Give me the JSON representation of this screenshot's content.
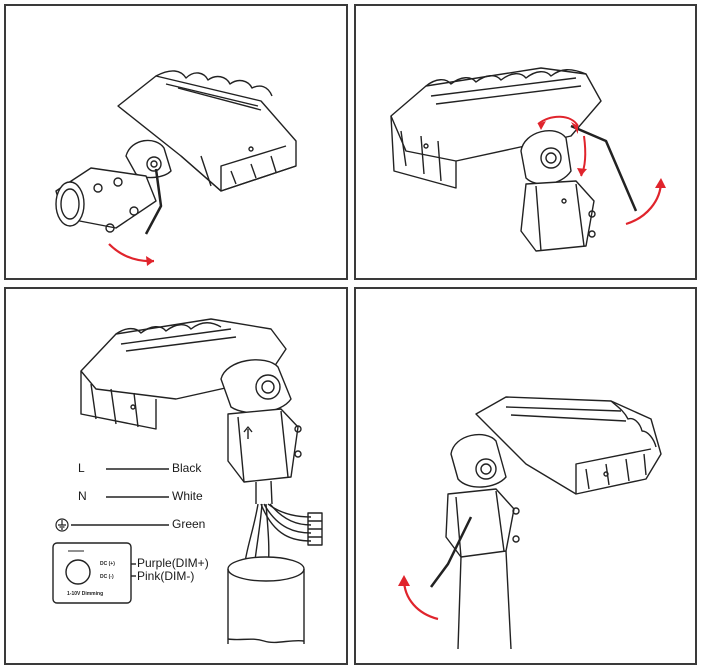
{
  "wiring": {
    "l_label": "L",
    "n_label": "N",
    "black": "Black",
    "white": "White",
    "green": "Green",
    "purple": "Purple(DIM+)",
    "pink": "Pink(DIM-)",
    "dc_plus": "DC (+)",
    "dc_minus": "DC (-)",
    "dimming_caption": "1-10V Dimming"
  },
  "colors": {
    "arrow": "#e0242c",
    "line": "#222222",
    "border": "#3a3a3a"
  },
  "icons": {
    "ground": "ground-icon",
    "rotation_arrow": "curved-arrow-icon"
  }
}
